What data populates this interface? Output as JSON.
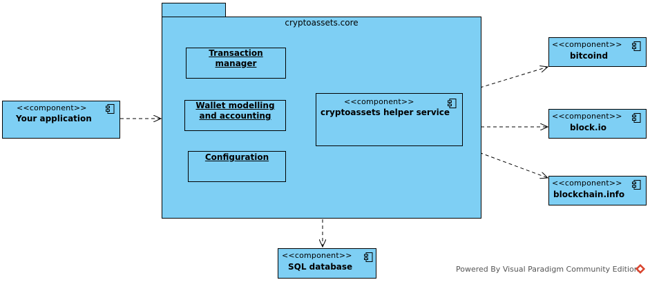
{
  "package": {
    "name": "cryptoassets.core",
    "inner": [
      "Transaction manager",
      "Wallet modelling and accounting",
      "Configuration"
    ],
    "helper": {
      "stereotype": "<<component>>",
      "name": "cryptoassets helper service"
    }
  },
  "components": {
    "your_app": {
      "stereotype": "<<component>>",
      "name": "Your application"
    },
    "bitcoind": {
      "stereotype": "<<component>>",
      "name": "bitcoind"
    },
    "blockio": {
      "stereotype": "<<component>>",
      "name": "block.io"
    },
    "blockchain": {
      "stereotype": "<<component>>",
      "name": "blockchain.info"
    },
    "sql": {
      "stereotype": "<<component>>",
      "name": "SQL database"
    }
  },
  "footer": {
    "text": "Powered By Visual Paradigm Community Edition"
  },
  "icons": {
    "component": "component-icon",
    "logo": "visual-paradigm-logo-icon"
  },
  "colors": {
    "fill": "#7ecff4",
    "stroke": "#000000"
  }
}
